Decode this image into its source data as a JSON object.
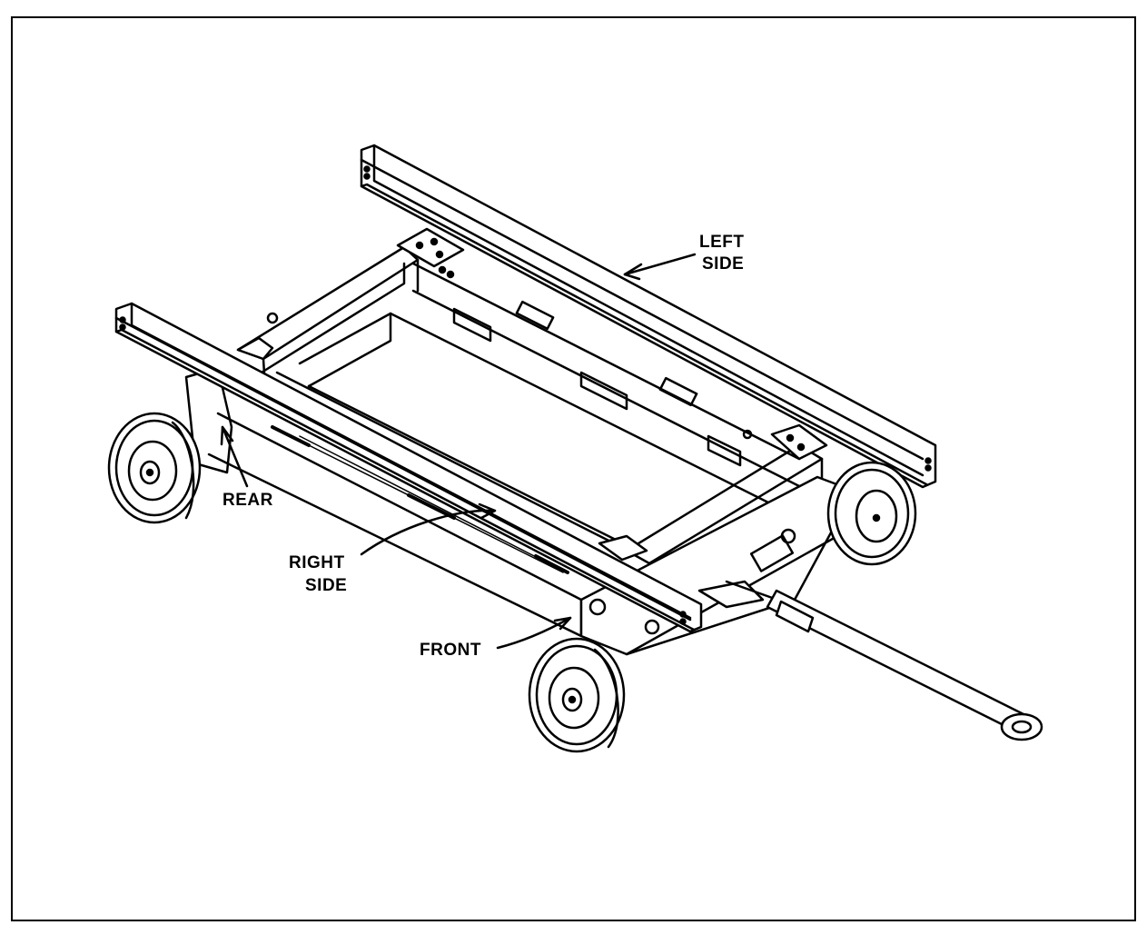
{
  "figure": {
    "subject": "trailer-chassis",
    "line_color": "#000000",
    "background": "#ffffff",
    "labels": {
      "left_side_1": "LEFT",
      "left_side_2": "SIDE",
      "rear": "REAR",
      "right_side_1": "RIGHT",
      "right_side_2": "SIDE",
      "front": "FRONT"
    }
  }
}
